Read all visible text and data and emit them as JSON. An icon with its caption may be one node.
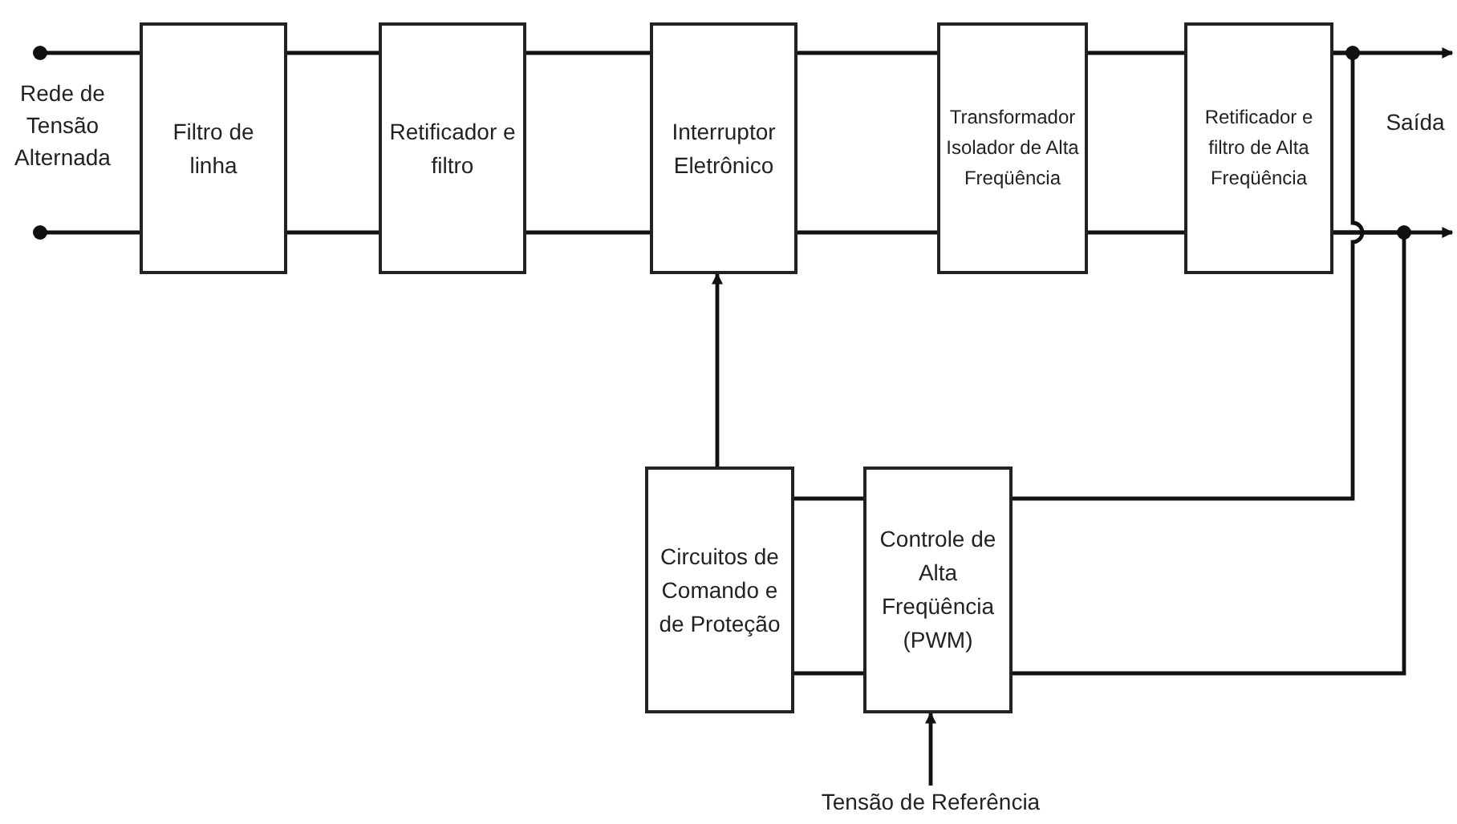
{
  "diagram": {
    "nodes": [
      {
        "text": [
          "Filtro de linha"
        ]
      },
      {
        "text": [
          "Retificador e filtro"
        ]
      },
      {
        "text": [
          "Interruptor Eletrônico"
        ]
      },
      {
        "text": [
          "Transformador Isolador de Alta Freqüência"
        ]
      },
      {
        "text": [
          "Retificador e filtro de Alta Freqüência"
        ]
      },
      {
        "text": [
          "Circuitos de Comando e de Proteção"
        ]
      },
      {
        "text": [
          "Controle de Alta Freqüência (PWM)"
        ]
      },
      {
        "text": [
          "Tensão de Referência"
        ]
      }
    ],
    "edges": [
      {
        "from": null,
        "to": 0,
        "arrow": "other"
      },
      {
        "from": null,
        "to": 0,
        "arrow": "other"
      },
      {
        "from": 0,
        "to": 1,
        "arrow": "none"
      },
      {
        "from": 0,
        "to": 1,
        "arrow": "none"
      },
      {
        "from": 1,
        "to": 2,
        "arrow": "none"
      },
      {
        "from": 1,
        "to": 2,
        "arrow": "none"
      },
      {
        "from": 2,
        "to": 3,
        "arrow": "none"
      },
      {
        "from": 2,
        "to": 3,
        "arrow": "none"
      },
      {
        "from": 3,
        "to": 4,
        "arrow": "none"
      },
      {
        "from": 3,
        "to": 4,
        "arrow": "none"
      },
      {
        "from": 4,
        "to": null,
        "arrow": "to"
      },
      {
        "from": 4,
        "to": null,
        "arrow": "to"
      },
      {
        "from": 4,
        "to": 6,
        "arrow": "none"
      },
      {
        "from": 4,
        "to": 6,
        "arrow": "none"
      },
      {
        "from": 5,
        "to": 6,
        "arrow": "none"
      },
      {
        "from": 5,
        "to": 6,
        "arrow": "none"
      },
      {
        "from": 5,
        "to": 2,
        "arrow": "to"
      },
      {
        "from": 7,
        "to": 6,
        "arrow": "to"
      }
    ],
    "labels": [
      "Rede de Tensão Alternada",
      "Saída"
    ]
  }
}
